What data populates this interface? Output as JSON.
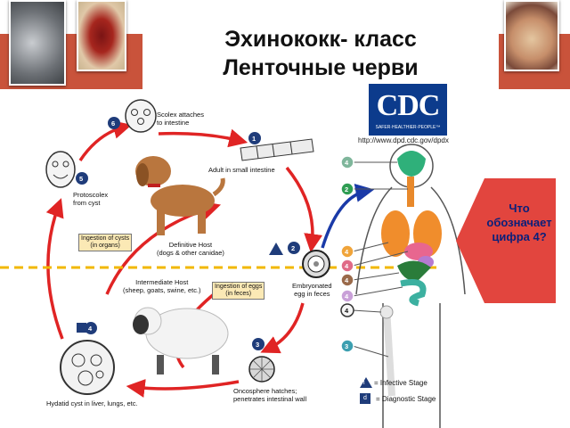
{
  "title": {
    "line1": "Эхинококк- класс",
    "line2": "Ленточные черви"
  },
  "cdc": {
    "logo": "CDC",
    "tagline": "SAFER·HEALTHIER·PEOPLE™",
    "url": "http://www.dpd.cdc.gov/dpdx"
  },
  "cycle": {
    "scolex": "Scolex attaches\nto intestine",
    "adult": "Adult in small intestine",
    "protoscolex": "Protoscolex\nfrom cyst",
    "definitive_host": "Definitive Host\n(dogs & other canidae)",
    "intermediate_host": "Intermediate Host\n(sheep, goats, swine, etc.)",
    "ingestion_cysts": "Ingestion of cysts\n(in organs)",
    "ingestion_eggs": "Ingestion of eggs\n(in feces)",
    "embryonated": "Embryonated\negg in feces",
    "oncosphere": "Oncosphere hatches;\npenetrates intestinal wall",
    "hydatid": "Hydatid cyst in liver, lungs, etc.",
    "step_numbers": [
      "1",
      "2",
      "3",
      "4",
      "5",
      "6"
    ]
  },
  "body_labels": [
    "4",
    "2",
    "4",
    "4",
    "4",
    "4",
    "4",
    "3"
  ],
  "question": "Что обозначает цифра 4?",
  "legend": {
    "infective_letter": "i",
    "infective": "= Infective Stage",
    "diagnostic_letter": "d",
    "diagnostic": "= Diagnostic Stage"
  },
  "colors": {
    "band": "#c9533b",
    "cycle_arrow": "#e02424",
    "blue_arrow": "#1a3aa8",
    "question_fill": "#e2453e",
    "question_text": "#0a1f7a",
    "cdc_blue": "#0c3b8c"
  }
}
